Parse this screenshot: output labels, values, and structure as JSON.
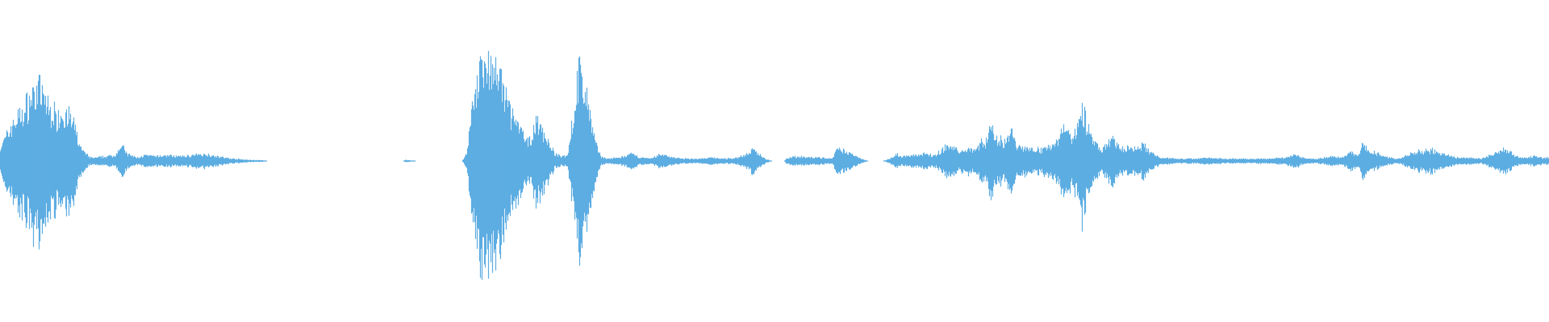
{
  "waveform": {
    "color": "#5dade2",
    "background": "#ffffff",
    "duration_fraction_note": "",
    "envelope": [
      [
        0.0,
        0.12
      ],
      [
        0.004,
        0.22
      ],
      [
        0.008,
        0.34
      ],
      [
        0.012,
        0.4
      ],
      [
        0.016,
        0.46
      ],
      [
        0.02,
        0.58
      ],
      [
        0.024,
        0.64
      ],
      [
        0.028,
        0.56
      ],
      [
        0.032,
        0.46
      ],
      [
        0.036,
        0.4
      ],
      [
        0.04,
        0.44
      ],
      [
        0.044,
        0.4
      ],
      [
        0.048,
        0.3
      ],
      [
        0.051,
        0.14
      ],
      [
        0.054,
        0.08
      ],
      [
        0.058,
        0.03
      ],
      [
        0.062,
        0.03
      ],
      [
        0.068,
        0.04
      ],
      [
        0.074,
        0.05
      ],
      [
        0.078,
        0.14
      ],
      [
        0.082,
        0.06
      ],
      [
        0.088,
        0.03
      ],
      [
        0.094,
        0.05
      ],
      [
        0.1,
        0.04
      ],
      [
        0.108,
        0.05
      ],
      [
        0.116,
        0.04
      ],
      [
        0.124,
        0.05
      ],
      [
        0.132,
        0.06
      ],
      [
        0.138,
        0.05
      ],
      [
        0.144,
        0.03
      ],
      [
        0.15,
        0.02
      ],
      [
        0.16,
        0.01
      ],
      [
        0.17,
        0.006
      ],
      [
        0.172,
        0.0
      ],
      [
        0.26,
        0.0
      ],
      [
        0.262,
        0.01
      ],
      [
        0.268,
        0.0
      ],
      [
        0.298,
        0.0
      ],
      [
        0.301,
        0.06
      ],
      [
        0.304,
        0.4
      ],
      [
        0.307,
        0.7
      ],
      [
        0.31,
        0.88
      ],
      [
        0.313,
        0.78
      ],
      [
        0.316,
        0.92
      ],
      [
        0.319,
        0.82
      ],
      [
        0.322,
        0.74
      ],
      [
        0.325,
        0.6
      ],
      [
        0.328,
        0.48
      ],
      [
        0.331,
        0.4
      ],
      [
        0.334,
        0.32
      ],
      [
        0.337,
        0.24
      ],
      [
        0.34,
        0.16
      ],
      [
        0.343,
        0.22
      ],
      [
        0.346,
        0.36
      ],
      [
        0.349,
        0.3
      ],
      [
        0.352,
        0.22
      ],
      [
        0.355,
        0.14
      ],
      [
        0.358,
        0.06
      ],
      [
        0.362,
        0.04
      ],
      [
        0.366,
        0.05
      ],
      [
        0.37,
        0.4
      ],
      [
        0.373,
        0.76
      ],
      [
        0.376,
        0.7
      ],
      [
        0.379,
        0.54
      ],
      [
        0.382,
        0.32
      ],
      [
        0.385,
        0.12
      ],
      [
        0.388,
        0.04
      ],
      [
        0.392,
        0.02
      ],
      [
        0.4,
        0.03
      ],
      [
        0.408,
        0.06
      ],
      [
        0.414,
        0.03
      ],
      [
        0.42,
        0.02
      ],
      [
        0.426,
        0.06
      ],
      [
        0.432,
        0.04
      ],
      [
        0.44,
        0.02
      ],
      [
        0.452,
        0.02
      ],
      [
        0.46,
        0.03
      ],
      [
        0.468,
        0.02
      ],
      [
        0.476,
        0.03
      ],
      [
        0.482,
        0.06
      ],
      [
        0.486,
        0.1
      ],
      [
        0.49,
        0.06
      ],
      [
        0.494,
        0.02
      ],
      [
        0.498,
        0.0
      ],
      [
        0.506,
        0.0
      ],
      [
        0.508,
        0.03
      ],
      [
        0.516,
        0.04
      ],
      [
        0.524,
        0.03
      ],
      [
        0.53,
        0.03
      ],
      [
        0.536,
        0.02
      ],
      [
        0.538,
        0.04
      ],
      [
        0.54,
        0.1
      ],
      [
        0.546,
        0.08
      ],
      [
        0.552,
        0.05
      ],
      [
        0.556,
        0.02
      ],
      [
        0.56,
        0.0
      ],
      [
        0.57,
        0.0
      ],
      [
        0.574,
        0.02
      ],
      [
        0.578,
        0.06
      ],
      [
        0.582,
        0.04
      ],
      [
        0.59,
        0.05
      ],
      [
        0.598,
        0.06
      ],
      [
        0.604,
        0.05
      ],
      [
        0.608,
        0.1
      ],
      [
        0.612,
        0.14
      ],
      [
        0.616,
        0.11
      ],
      [
        0.62,
        0.08
      ],
      [
        0.624,
        0.12
      ],
      [
        0.628,
        0.1
      ],
      [
        0.632,
        0.14
      ],
      [
        0.636,
        0.18
      ],
      [
        0.64,
        0.3
      ],
      [
        0.644,
        0.2
      ],
      [
        0.648,
        0.16
      ],
      [
        0.652,
        0.28
      ],
      [
        0.656,
        0.14
      ],
      [
        0.66,
        0.12
      ],
      [
        0.664,
        0.1
      ],
      [
        0.668,
        0.12
      ],
      [
        0.672,
        0.1
      ],
      [
        0.676,
        0.12
      ],
      [
        0.68,
        0.14
      ],
      [
        0.684,
        0.22
      ],
      [
        0.688,
        0.34
      ],
      [
        0.692,
        0.2
      ],
      [
        0.696,
        0.34
      ],
      [
        0.698,
        0.56
      ],
      [
        0.7,
        0.4
      ],
      [
        0.703,
        0.24
      ],
      [
        0.706,
        0.16
      ],
      [
        0.71,
        0.1
      ],
      [
        0.714,
        0.14
      ],
      [
        0.718,
        0.2
      ],
      [
        0.722,
        0.12
      ],
      [
        0.726,
        0.1
      ],
      [
        0.73,
        0.12
      ],
      [
        0.734,
        0.1
      ],
      [
        0.738,
        0.14
      ],
      [
        0.742,
        0.08
      ],
      [
        0.746,
        0.05
      ],
      [
        0.75,
        0.03
      ],
      [
        0.76,
        0.02
      ],
      [
        0.77,
        0.02
      ],
      [
        0.78,
        0.03
      ],
      [
        0.79,
        0.02
      ],
      [
        0.8,
        0.02
      ],
      [
        0.81,
        0.02
      ],
      [
        0.82,
        0.02
      ],
      [
        0.83,
        0.03
      ],
      [
        0.836,
        0.06
      ],
      [
        0.84,
        0.03
      ],
      [
        0.85,
        0.02
      ],
      [
        0.86,
        0.04
      ],
      [
        0.866,
        0.03
      ],
      [
        0.872,
        0.08
      ],
      [
        0.876,
        0.05
      ],
      [
        0.88,
        0.14
      ],
      [
        0.884,
        0.08
      ],
      [
        0.89,
        0.06
      ],
      [
        0.896,
        0.03
      ],
      [
        0.904,
        0.02
      ],
      [
        0.91,
        0.06
      ],
      [
        0.916,
        0.08
      ],
      [
        0.922,
        0.1
      ],
      [
        0.928,
        0.08
      ],
      [
        0.934,
        0.05
      ],
      [
        0.94,
        0.03
      ],
      [
        0.948,
        0.03
      ],
      [
        0.956,
        0.02
      ],
      [
        0.962,
        0.05
      ],
      [
        0.966,
        0.08
      ],
      [
        0.97,
        0.12
      ],
      [
        0.974,
        0.08
      ],
      [
        0.978,
        0.05
      ],
      [
        0.982,
        0.03
      ],
      [
        0.986,
        0.03
      ],
      [
        0.99,
        0.04
      ],
      [
        0.995,
        0.03
      ],
      [
        1.0,
        0.03
      ]
    ]
  }
}
